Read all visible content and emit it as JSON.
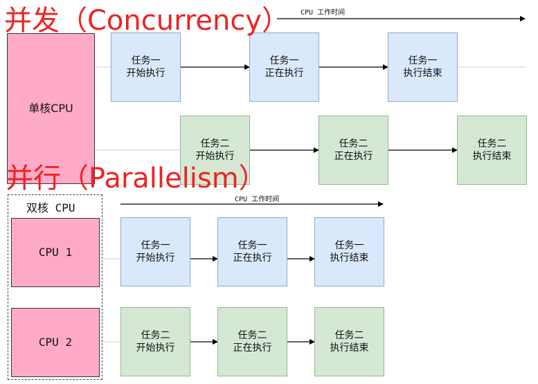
{
  "concurrency": {
    "title": "并发（Concurrency）",
    "axis_label": "CPU 工作时间",
    "core_label": "单核CPU",
    "task1": [
      "任务一\n开始执行",
      "任务一\n正在执行",
      "任务一\n执行结束"
    ],
    "task2": [
      "任务二\n开始执行",
      "任务二\n正在执行",
      "任务二\n执行结束"
    ]
  },
  "parallelism": {
    "title": "并行（Parallelism）",
    "axis_label": "CPU 工作时间",
    "group_label": "双核 CPU",
    "cpu1": "CPU 1",
    "cpu2": "CPU 2",
    "task1": [
      "任务一\n开始执行",
      "任务一\n正在执行",
      "任务一\n执行结束"
    ],
    "task2": [
      "任务二\n开始执行",
      "任务二\n正在执行",
      "任务二\n执行结束"
    ]
  },
  "colors": {
    "title": "#ee2222",
    "task1_fill": "#dae8fc",
    "task2_fill": "#d5e8d4",
    "cpu_fill": "#ffabc7"
  }
}
